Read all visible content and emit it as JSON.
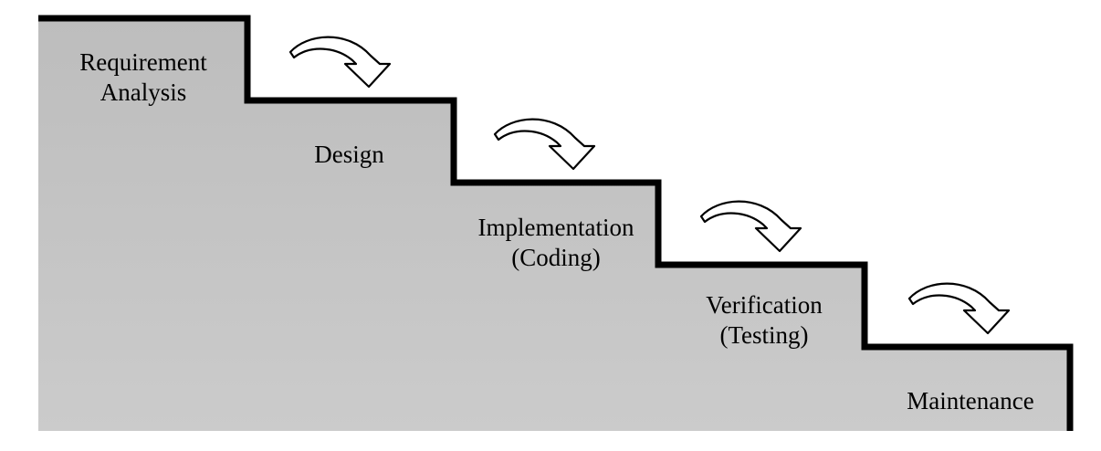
{
  "colors": {
    "staircase_fill": "#bdbdbd",
    "staircase_fill_light": "#cbcbcb",
    "outline": "#000000",
    "arrow_fill": "#ffffff",
    "text": "#000000"
  },
  "stages": [
    {
      "id": "requirement-analysis",
      "lines": [
        "Requirement",
        "Analysis"
      ]
    },
    {
      "id": "design",
      "lines": [
        "Design"
      ]
    },
    {
      "id": "implementation",
      "lines": [
        "Implementation",
        "(Coding)"
      ]
    },
    {
      "id": "verification",
      "lines": [
        "Verification",
        "(Testing)"
      ]
    },
    {
      "id": "maintenance",
      "lines": [
        "Maintenance"
      ]
    }
  ],
  "arrows": [
    {
      "from": "requirement-analysis",
      "to": "design",
      "icon": "curved-arrow-icon"
    },
    {
      "from": "design",
      "to": "implementation",
      "icon": "curved-arrow-icon"
    },
    {
      "from": "implementation",
      "to": "verification",
      "icon": "curved-arrow-icon"
    },
    {
      "from": "verification",
      "to": "maintenance",
      "icon": "curved-arrow-icon"
    }
  ]
}
